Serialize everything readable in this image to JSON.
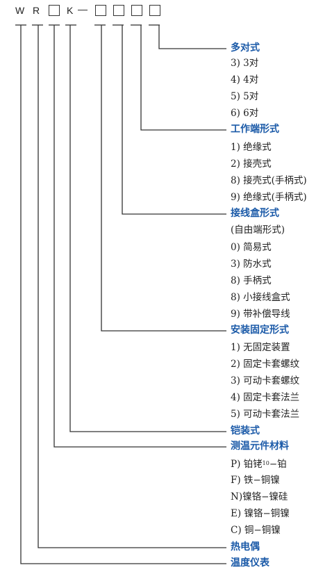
{
  "code": {
    "w": "W",
    "r": "R",
    "k": "K",
    "dash": "–"
  },
  "sections": [
    {
      "title": "多对式",
      "items": [
        "3) 3对",
        "4) 4对",
        "5) 5对",
        "6) 6对"
      ]
    },
    {
      "title": "工作端形式",
      "items": [
        "1) 绝缘式",
        "2) 接壳式",
        "8) 接壳式(手柄式)",
        "9) 绝缘式(手柄式)"
      ]
    },
    {
      "title": "接线盒形式",
      "items": [
        "(自由端形式)",
        "0) 简易式",
        "3) 防水式",
        "8) 手柄式",
        "8) 小接线盒式",
        "9) 带补偿导线"
      ]
    },
    {
      "title": "安装固定形式",
      "items": [
        "1) 无固定装置",
        "2) 固定卡套螺纹",
        "3) 可动卡套螺纹",
        "4) 固定卡套法兰",
        "5) 可动卡套法兰"
      ]
    },
    {
      "title": "铠装式",
      "items": []
    },
    {
      "title": "测温元件材料",
      "items": [
        "P) 铂铑",
        "F) 铁−铜镍",
        "N)镍铬−镍硅",
        "E) 镍铬−铜镍",
        "C) 铜−铜镍"
      ]
    },
    {
      "title": "热电偶",
      "items": []
    },
    {
      "title": "温度仪表",
      "items": []
    }
  ],
  "platinum_suffix": {
    "subscript": "10",
    "tail": "−铂"
  },
  "colors": {
    "heading": "#1b5aa8",
    "text": "#222222",
    "line": "#333333"
  }
}
